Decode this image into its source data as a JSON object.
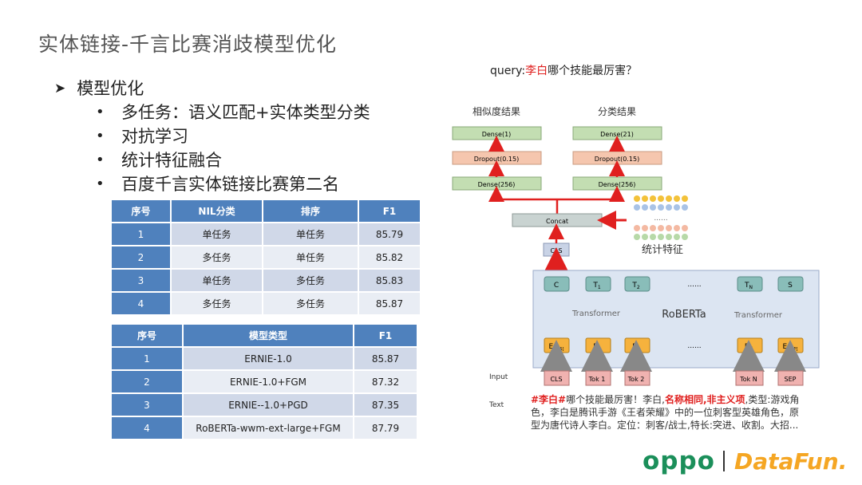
{
  "slide": {
    "title": "实体链接-千言比赛消歧模型优化",
    "bullet_main": "模型优化",
    "bullet_items": [
      "多任务：语义匹配+实体类型分类",
      "对抗学习",
      "统计特征融合",
      "百度千言实体链接比赛第二名"
    ]
  },
  "table1": {
    "headers": [
      "序号",
      "NIL分类",
      "排序",
      "F1"
    ],
    "rows": [
      [
        "1",
        "单任务",
        "单任务",
        "85.79"
      ],
      [
        "2",
        "多任务",
        "单任务",
        "85.82"
      ],
      [
        "3",
        "单任务",
        "多任务",
        "85.83"
      ],
      [
        "4",
        "多任务",
        "多任务",
        "85.87"
      ]
    ]
  },
  "table2": {
    "headers": [
      "序号",
      "模型类型",
      "F1"
    ],
    "rows": [
      [
        "1",
        "ERNIE-1.0",
        "85.87"
      ],
      [
        "2",
        "ERNIE-1.0+FGM",
        "87.32"
      ],
      [
        "3",
        "ERNIE--1.0+PGD",
        "87.35"
      ],
      [
        "4",
        "RoBERTa-wwm-ext-large+FGM",
        "87.79"
      ]
    ]
  },
  "diagram": {
    "query_prefix": "query:",
    "query_entity": "李白",
    "query_rest": "哪个技能最厉害？",
    "left_head": "相似度结果",
    "right_head": "分类结果",
    "left_stack": [
      "Dense(1)",
      "Dropout(0.15)",
      "Dense(256)"
    ],
    "right_stack": [
      "Dense(21)",
      "Dropout(0.15)",
      "Dense(256)"
    ],
    "concat": "Concat",
    "cls": "CLS",
    "stat_dots": "......",
    "stat_label": "统计特征",
    "top_tokens": [
      "C",
      "T",
      "T",
      "......",
      "T",
      "S"
    ],
    "top_subs": [
      "",
      "1",
      "2",
      "",
      "N",
      ""
    ],
    "transformer_left": "Transformer",
    "roberta": "RoBERTa",
    "transformer_right": "Transformer",
    "emb_tokens": [
      "E",
      "E",
      "E",
      "......",
      "E",
      "E"
    ],
    "emb_subs": [
      "[CLS]",
      "1",
      "2",
      "",
      "N",
      "[SEP]"
    ],
    "input_label": "Input",
    "input_tokens": [
      "CLS",
      "Tok 1",
      "Tok 2",
      "Tok N",
      "SEP"
    ],
    "text_label": "Text",
    "text_line1_red1": "#李白#",
    "text_line1_mid": "哪个技能最厉害！李白,",
    "text_line1_red2": "名称相同,非主义项",
    "text_line1_end": ",类型:游戏角",
    "text_line2": "色，李白是腾讯手游《王者荣耀》中的一位刺客型英雄角色，原",
    "text_line3": "型为唐代诗人李白。定位：刺客/战士,特长:突进、收割。大招..."
  },
  "logo": {
    "brand1": "oppo",
    "brand2": "DataFun."
  },
  "colors": {
    "table_header": "#4f81bd",
    "row_odd": "#d0d8e8",
    "row_even": "#e9edf4",
    "dense_green": "#c3deb2",
    "dropout_orange": "#f5c6ae",
    "arrow_red": "#e0201f",
    "encoder_bg": "#dce5f2",
    "token_teal": "#89bdb9",
    "emb_yellow": "#f6b23d",
    "input_pink": "#f0b2b0",
    "oppo_green": "#1b8f5a",
    "datafun_orange": "#f5a623"
  }
}
